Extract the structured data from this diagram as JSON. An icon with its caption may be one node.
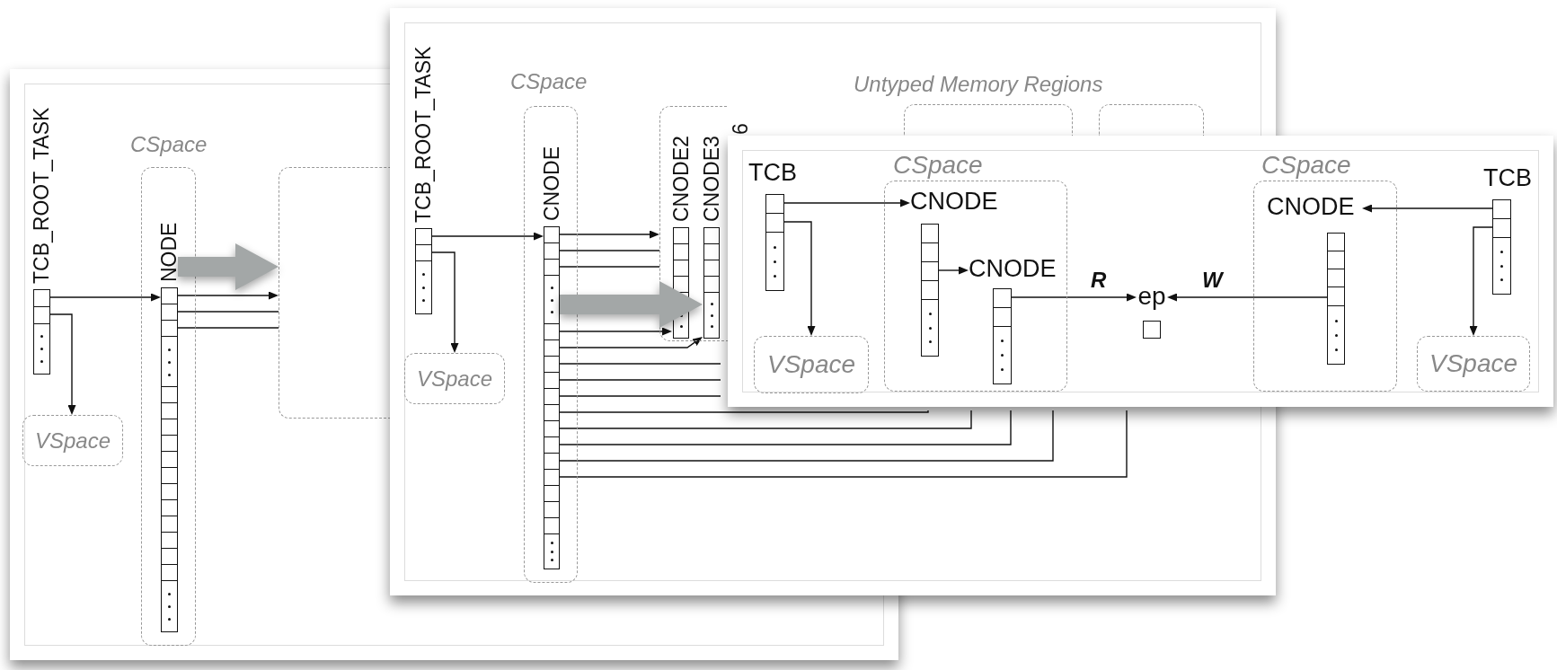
{
  "diagram": {
    "nodes": [
      {
        "text": [
          "TCB_ROOT_TASK"
        ]
      },
      {
        "text": [
          "VSpace"
        ]
      },
      {
        "text": [
          "CSpace"
        ]
      },
      {
        "text": [
          "NODE"
        ],
        "in": 2
      },
      {
        "text": [],
        "shape": "box"
      },
      {
        "text": [
          "TCB_ROOT_TASK"
        ]
      },
      {
        "text": [
          "VSpace"
        ]
      },
      {
        "text": [
          "CSpace"
        ]
      },
      {
        "text": [
          "CNODE"
        ],
        "in": 7
      },
      {
        "text": [],
        "shape": "box"
      },
      {
        "text": [
          "CNODE2"
        ],
        "in": 9
      },
      {
        "text": [
          "CNODE3"
        ],
        "in": 9
      },
      {
        "text": [],
        "shape": "box"
      },
      {
        "text": [],
        "shape": "box"
      },
      {
        "text": [
          "TCB"
        ]
      },
      {
        "text": [
          "VSpace"
        ]
      },
      {
        "text": [
          "CSpace"
        ]
      },
      {
        "text": [
          "CNODE"
        ],
        "in": 16
      },
      {
        "text": [
          "CNODE"
        ],
        "in": 16
      },
      {
        "text": [
          "ep"
        ]
      },
      {
        "text": [
          "CSpace"
        ]
      },
      {
        "text": [
          "CNODE"
        ],
        "in": 20
      },
      {
        "text": [
          "TCB"
        ]
      },
      {
        "text": [
          "VSpace"
        ]
      }
    ],
    "edges": [
      {
        "from": 0,
        "to": 3,
        "arrow": "to"
      },
      {
        "from": 0,
        "to": 1,
        "arrow": "to"
      },
      {
        "from": 3,
        "to": 4,
        "arrow": "to"
      },
      {
        "from": 3,
        "to": 4,
        "arrow": "none"
      },
      {
        "from": 3,
        "to": 4,
        "arrow": "none"
      },
      {
        "from": 5,
        "to": 8,
        "arrow": "to"
      },
      {
        "from": 5,
        "to": 6,
        "arrow": "to"
      },
      {
        "from": 8,
        "to": 9,
        "arrow": "to"
      },
      {
        "from": 8,
        "to": 9,
        "arrow": "none"
      },
      {
        "from": 8,
        "to": 9,
        "arrow": "none"
      },
      {
        "from": 8,
        "to": 10,
        "arrow": "to"
      },
      {
        "from": 8,
        "to": 11,
        "arrow": "to"
      },
      {
        "from": 8,
        "to": null,
        "arrow": "none"
      },
      {
        "from": 8,
        "to": null,
        "arrow": "none"
      },
      {
        "from": 8,
        "to": null,
        "arrow": "none"
      },
      {
        "from": 8,
        "to": null,
        "arrow": "none"
      },
      {
        "from": 8,
        "to": null,
        "arrow": "none"
      },
      {
        "from": 8,
        "to": null,
        "arrow": "none"
      },
      {
        "from": 8,
        "to": null,
        "arrow": "none"
      },
      {
        "from": 8,
        "to": null,
        "arrow": "none"
      },
      {
        "from": 14,
        "to": 17,
        "arrow": "to"
      },
      {
        "from": 14,
        "to": 15,
        "arrow": "to"
      },
      {
        "from": 17,
        "to": 18,
        "arrow": "to"
      },
      {
        "from": 18,
        "to": 19,
        "arrow": "to",
        "label": "R"
      },
      {
        "from": 21,
        "to": 19,
        "arrow": "to",
        "label": "W"
      },
      {
        "from": 22,
        "to": 21,
        "arrow": "to"
      },
      {
        "from": 22,
        "to": 23,
        "arrow": "to"
      },
      {
        "from": 3,
        "to": 4,
        "arrow": "to",
        "style": "thick",
        "color": "#a3a7a7"
      },
      {
        "from": 8,
        "to": 11,
        "arrow": "to",
        "style": "thick",
        "color": "#a3a7a7"
      }
    ],
    "labels": [
      "Untyped Memory Regions",
      "6"
    ]
  }
}
